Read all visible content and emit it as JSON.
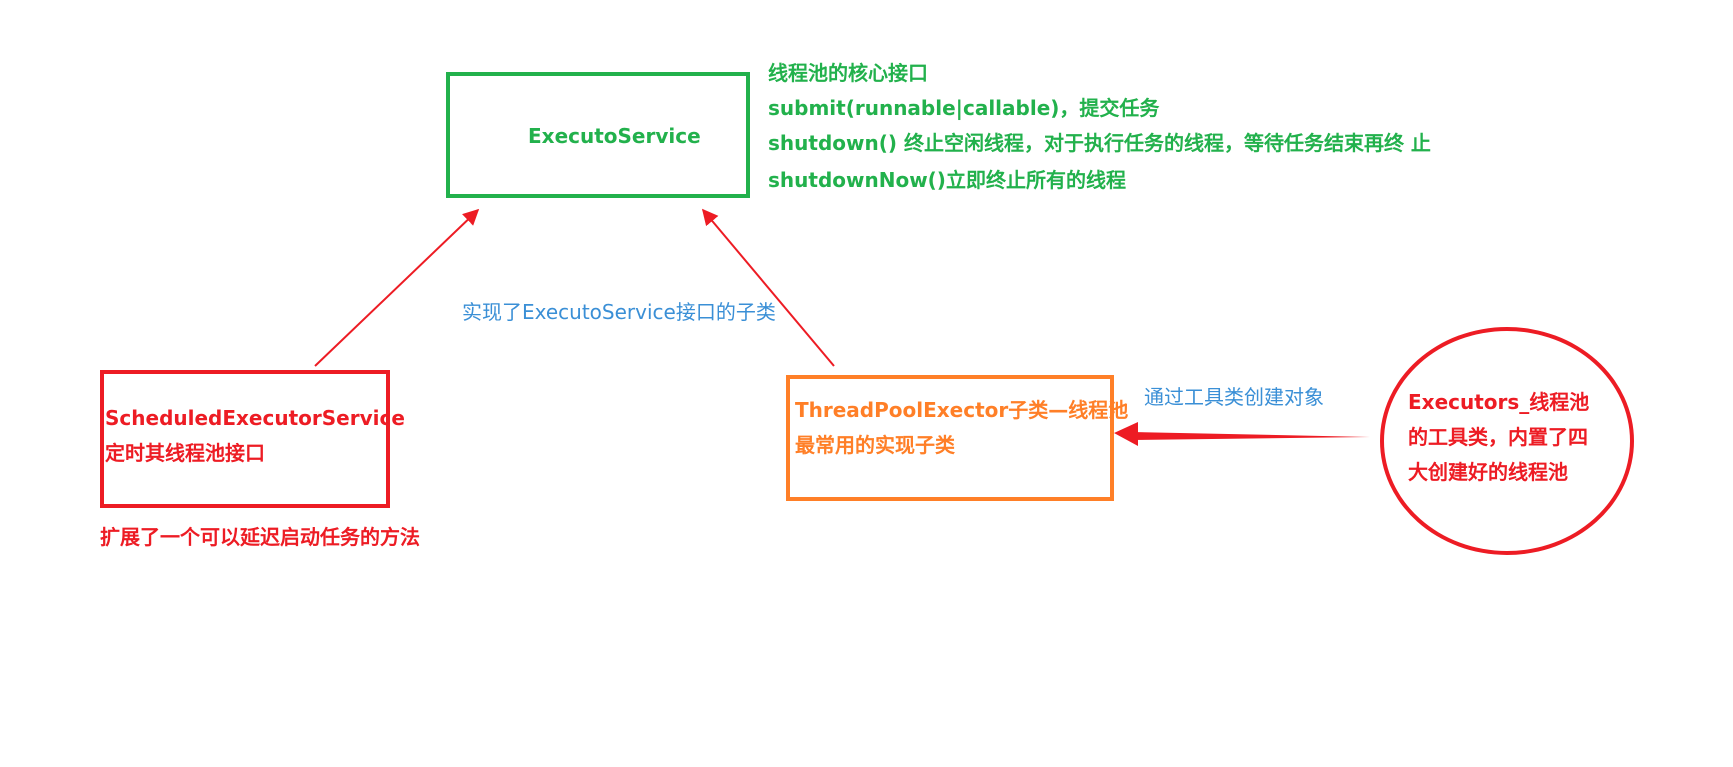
{
  "nodes": {
    "executor_service": {
      "label": "ExecutoService"
    },
    "scheduled_executor_service": {
      "line1": "ScheduledExecutorService",
      "line2": "定时其线程池接口"
    },
    "thread_pool_executor": {
      "line1": "ThreadPoolExector子类—线程池",
      "line2": "最常用的实现子类"
    },
    "executors": {
      "line1": "Executors_线程池",
      "line2": "的工具类，内置了四",
      "line3": "大创建好的线程池"
    }
  },
  "notes": {
    "executor_service": [
      "线程池的核心接口",
      "submit(runnable|callable)，提交任务",
      "shutdown() 终止空闲线程，对于执行任务的线程，等待任务结束再终 止",
      "shutdownNow()立即终止所有的线程"
    ],
    "scheduled_executor_service": "扩展了一个可以延迟启动任务的方法",
    "implements_label": "实现了ExecutoService接口的子类",
    "create_via_tool_label": "通过工具类创建对象"
  },
  "colors": {
    "green": "#22b14c",
    "red": "#ed1c24",
    "orange": "#ff7f27",
    "blue": "#3a8fd6"
  }
}
